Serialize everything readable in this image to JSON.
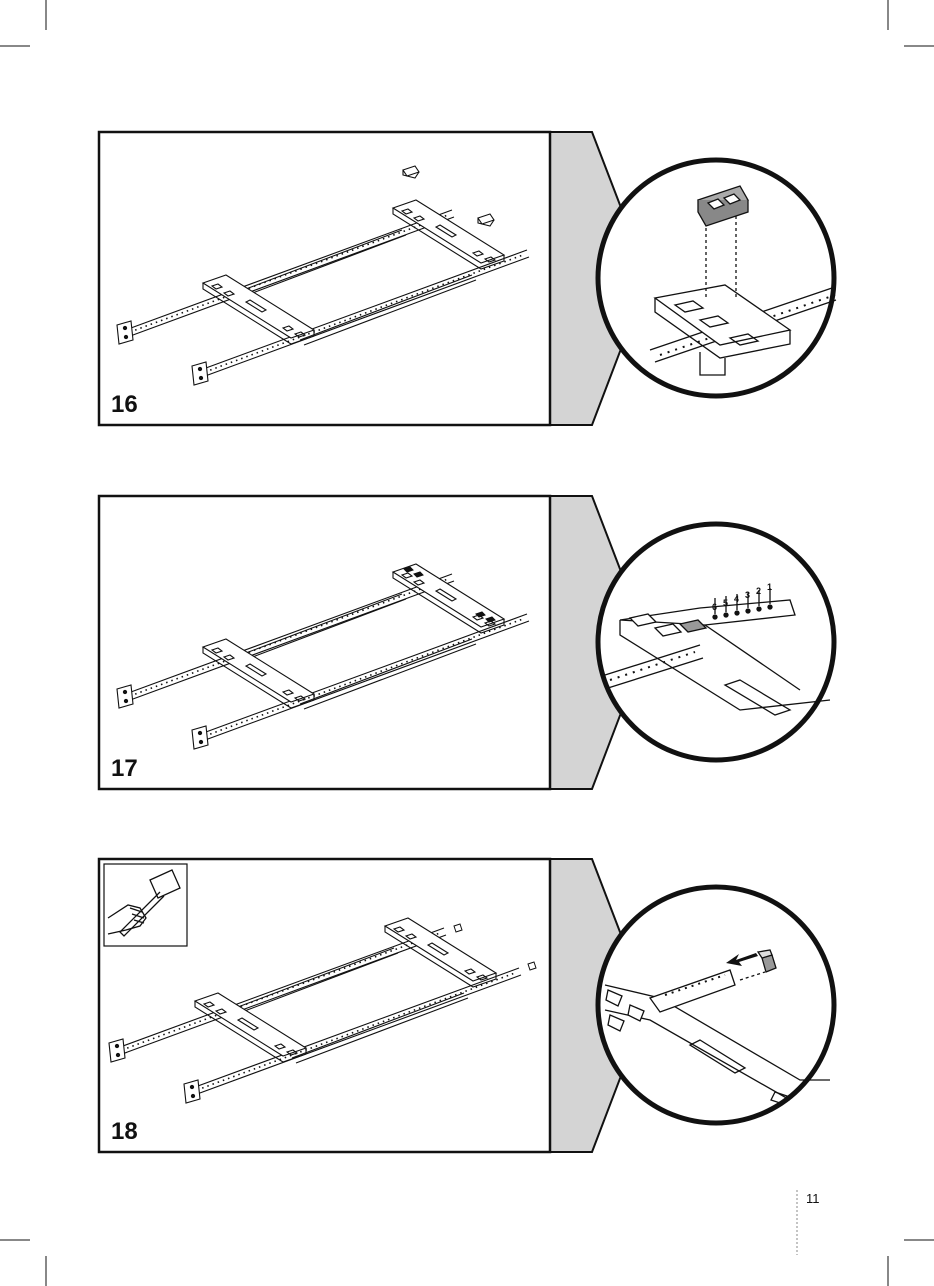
{
  "steps": [
    {
      "number": "16"
    },
    {
      "number": "17",
      "positions": [
        "6",
        "5",
        "4",
        "3",
        "2",
        "1"
      ]
    },
    {
      "number": "18"
    }
  ],
  "footer": {
    "page_number": "11"
  },
  "icons": {
    "tool": "mallet-icon",
    "frame": "bed-frame-icon",
    "zoom": "detail-zoom-icon"
  },
  "colors": {
    "ink": "#111111",
    "callout": "#d4d4d4",
    "paper": "#ffffff"
  }
}
